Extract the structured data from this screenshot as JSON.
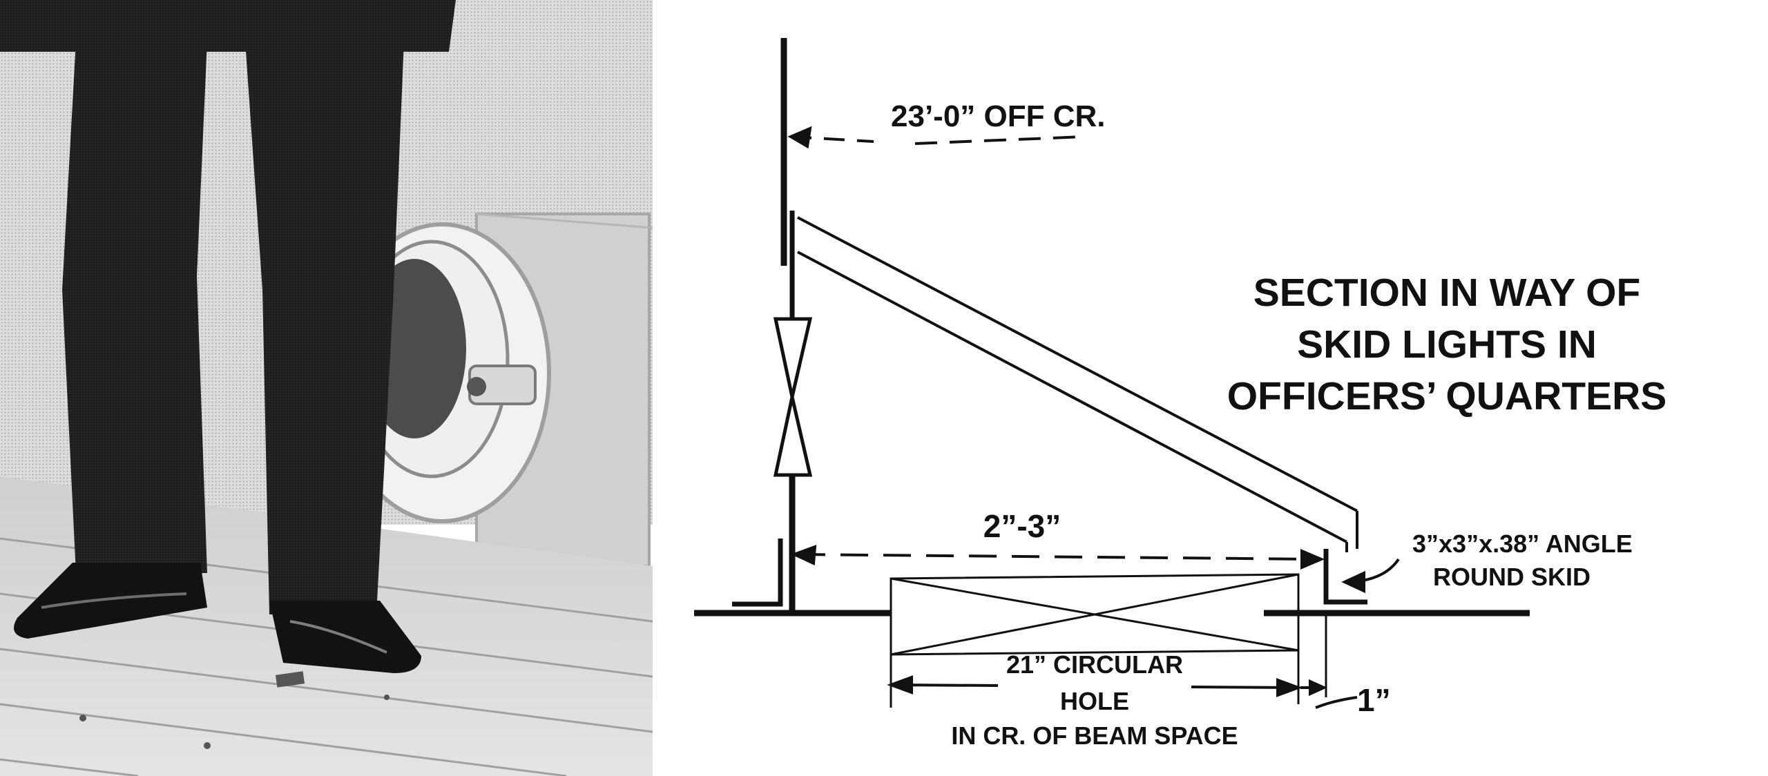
{
  "photo": {
    "subject": "Legs of a man in dark trousers and polished shoes standing on a wooden deck beside a round porthole in a light-colored bulkhead"
  },
  "diagram": {
    "top_dimension": "23’-0”  OFF CR.",
    "title": {
      "line1": "SECTION  IN  WAY  OF",
      "line2": "SKID  LIGHTS  IN",
      "line3": "OFFICERS’  QUARTERS"
    },
    "spacing_dimension": "2”-3”",
    "angle_callout": {
      "line1": "3”x3”x.38”  ANGLE",
      "line2": "ROUND  SKID"
    },
    "hole_callout": {
      "line1": "21”  CIRCULAR",
      "line2": "HOLE",
      "line3": "IN  CR.  OF  BEAM  SPACE"
    },
    "small_dimension": "1”"
  },
  "colors": {
    "ink": "#111111",
    "paper": "#ffffff",
    "photo_light": "#d9d9d9",
    "photo_dark": "#1c1c1c"
  }
}
